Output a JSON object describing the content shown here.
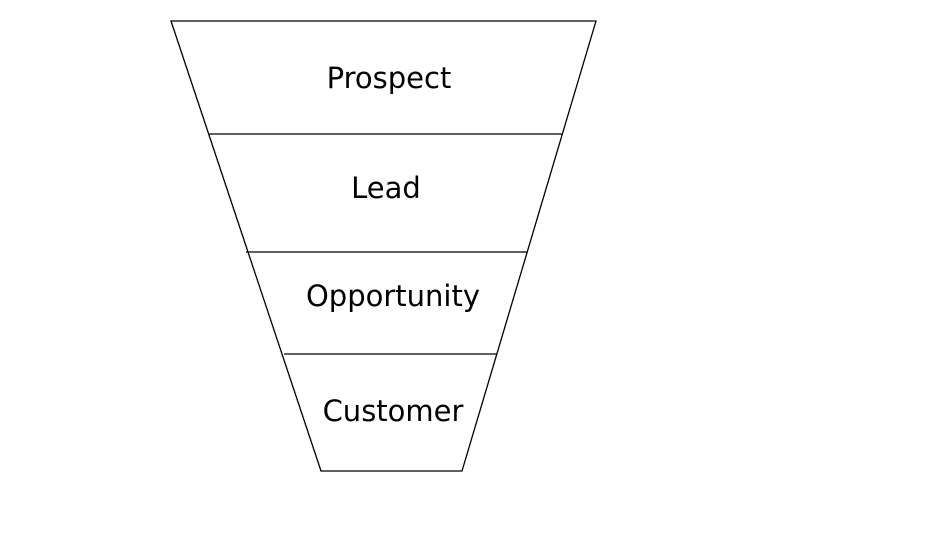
{
  "diagram": {
    "stages": [
      {
        "label": "Prospect"
      },
      {
        "label": "Lead"
      },
      {
        "label": "Opportunity"
      },
      {
        "label": "Customer"
      }
    ]
  }
}
